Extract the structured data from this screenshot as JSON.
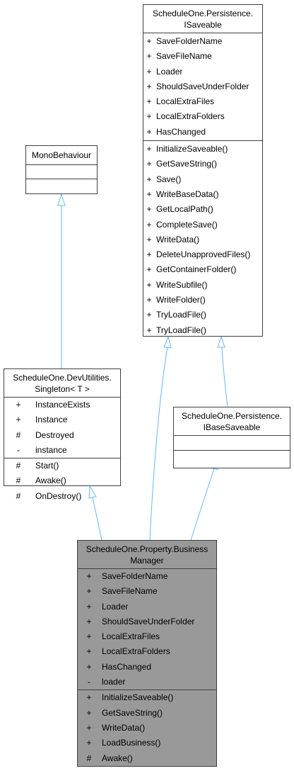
{
  "isaveable": {
    "title_line1": "ScheduleOne.Persistence.",
    "title_line2": "ISaveable",
    "attributes": [
      {
        "vis": "+",
        "name": "SaveFolderName"
      },
      {
        "vis": "+",
        "name": "SaveFileName"
      },
      {
        "vis": "+",
        "name": "Loader"
      },
      {
        "vis": "+",
        "name": "ShouldSaveUnderFolder"
      },
      {
        "vis": "+",
        "name": "LocalExtraFiles"
      },
      {
        "vis": "+",
        "name": "LocalExtraFolders"
      },
      {
        "vis": "+",
        "name": "HasChanged"
      }
    ],
    "methods": [
      {
        "vis": "+",
        "name": "InitializeSaveable()"
      },
      {
        "vis": "+",
        "name": "GetSaveString()"
      },
      {
        "vis": "+",
        "name": "Save()"
      },
      {
        "vis": "+",
        "name": "WriteBaseData()"
      },
      {
        "vis": "+",
        "name": "GetLocalPath()"
      },
      {
        "vis": "+",
        "name": "CompleteSave()"
      },
      {
        "vis": "+",
        "name": "WriteData()"
      },
      {
        "vis": "+",
        "name": "DeleteUnapprovedFiles()"
      },
      {
        "vis": "+",
        "name": "GetContainerFolder()"
      },
      {
        "vis": "+",
        "name": "WriteSubfile()"
      },
      {
        "vis": "+",
        "name": "WriteFolder()"
      },
      {
        "vis": "+",
        "name": "TryLoadFile()"
      },
      {
        "vis": "+",
        "name": "TryLoadFile()"
      }
    ]
  },
  "monobehaviour": {
    "title": "MonoBehaviour"
  },
  "singleton": {
    "title_line1": "ScheduleOne.DevUtilities.",
    "title_line2": "Singleton< T >",
    "attributes": [
      {
        "vis": "+",
        "name": "InstanceExists"
      },
      {
        "vis": "+",
        "name": "Instance"
      },
      {
        "vis": "#",
        "name": "Destroyed"
      },
      {
        "vis": "-",
        "name": "instance"
      }
    ],
    "methods": [
      {
        "vis": "#",
        "name": "Start()"
      },
      {
        "vis": "#",
        "name": "Awake()"
      },
      {
        "vis": "#",
        "name": "OnDestroy()"
      }
    ]
  },
  "ibasesaveable": {
    "title_line1": "ScheduleOne.Persistence.",
    "title_line2": "IBaseSaveable"
  },
  "business": {
    "title_line1": "ScheduleOne.Property.Business",
    "title_line2": "Manager",
    "attributes": [
      {
        "vis": "+",
        "name": "SaveFolderName"
      },
      {
        "vis": "+",
        "name": "SaveFileName"
      },
      {
        "vis": "+",
        "name": "Loader"
      },
      {
        "vis": "+",
        "name": "ShouldSaveUnderFolder"
      },
      {
        "vis": "+",
        "name": "LocalExtraFiles"
      },
      {
        "vis": "+",
        "name": "LocalExtraFolders"
      },
      {
        "vis": "+",
        "name": "HasChanged"
      },
      {
        "vis": "-",
        "name": "loader"
      }
    ],
    "methods": [
      {
        "vis": "+",
        "name": "InitializeSaveable()"
      },
      {
        "vis": "+",
        "name": "GetSaveString()"
      },
      {
        "vis": "+",
        "name": "WriteData()"
      },
      {
        "vis": "+",
        "name": "LoadBusiness()"
      },
      {
        "vis": "#",
        "name": "Awake()"
      }
    ]
  },
  "colors": {
    "arrow": "#63b8ff",
    "border": "#404040",
    "highlight": "#999999"
  }
}
